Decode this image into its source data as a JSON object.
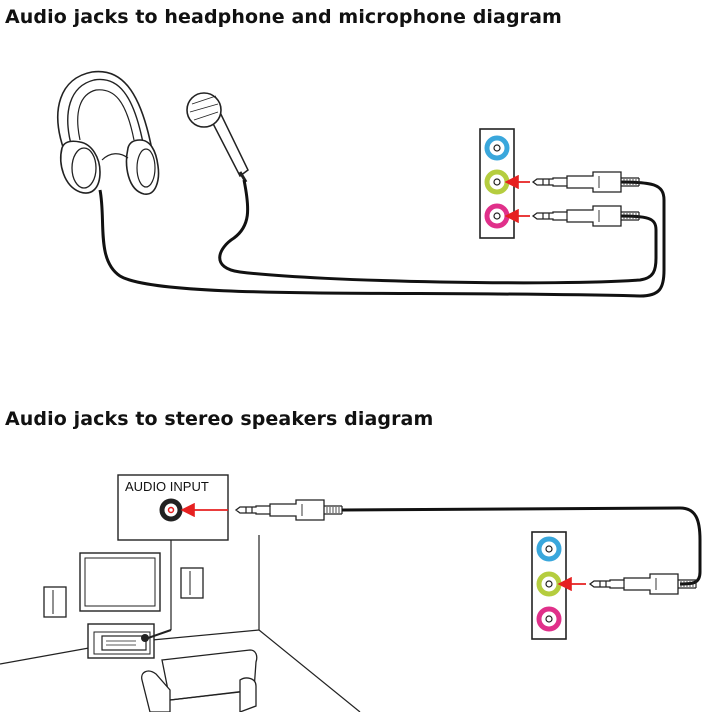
{
  "headings": {
    "headphone_mic": "Audio jacks to headphone and microphone diagram",
    "stereo_speakers": "Audio jacks to stereo speakers diagram"
  },
  "speaker_diagram": {
    "audio_input_label": "AUDIO INPUT"
  },
  "colors": {
    "line_in_blue": "#3aa7dc",
    "line_out_green": "#b5cd3f",
    "mic_in_pink": "#e0308a",
    "arrow_red": "#e62020",
    "cable": "#111111",
    "outline": "#222222"
  },
  "icons": [
    "headphones-icon",
    "microphone-icon",
    "audio-panel-icon",
    "audio-plug-icon",
    "speaker-icon",
    "tv-icon",
    "receiver-icon",
    "sofa-icon"
  ]
}
